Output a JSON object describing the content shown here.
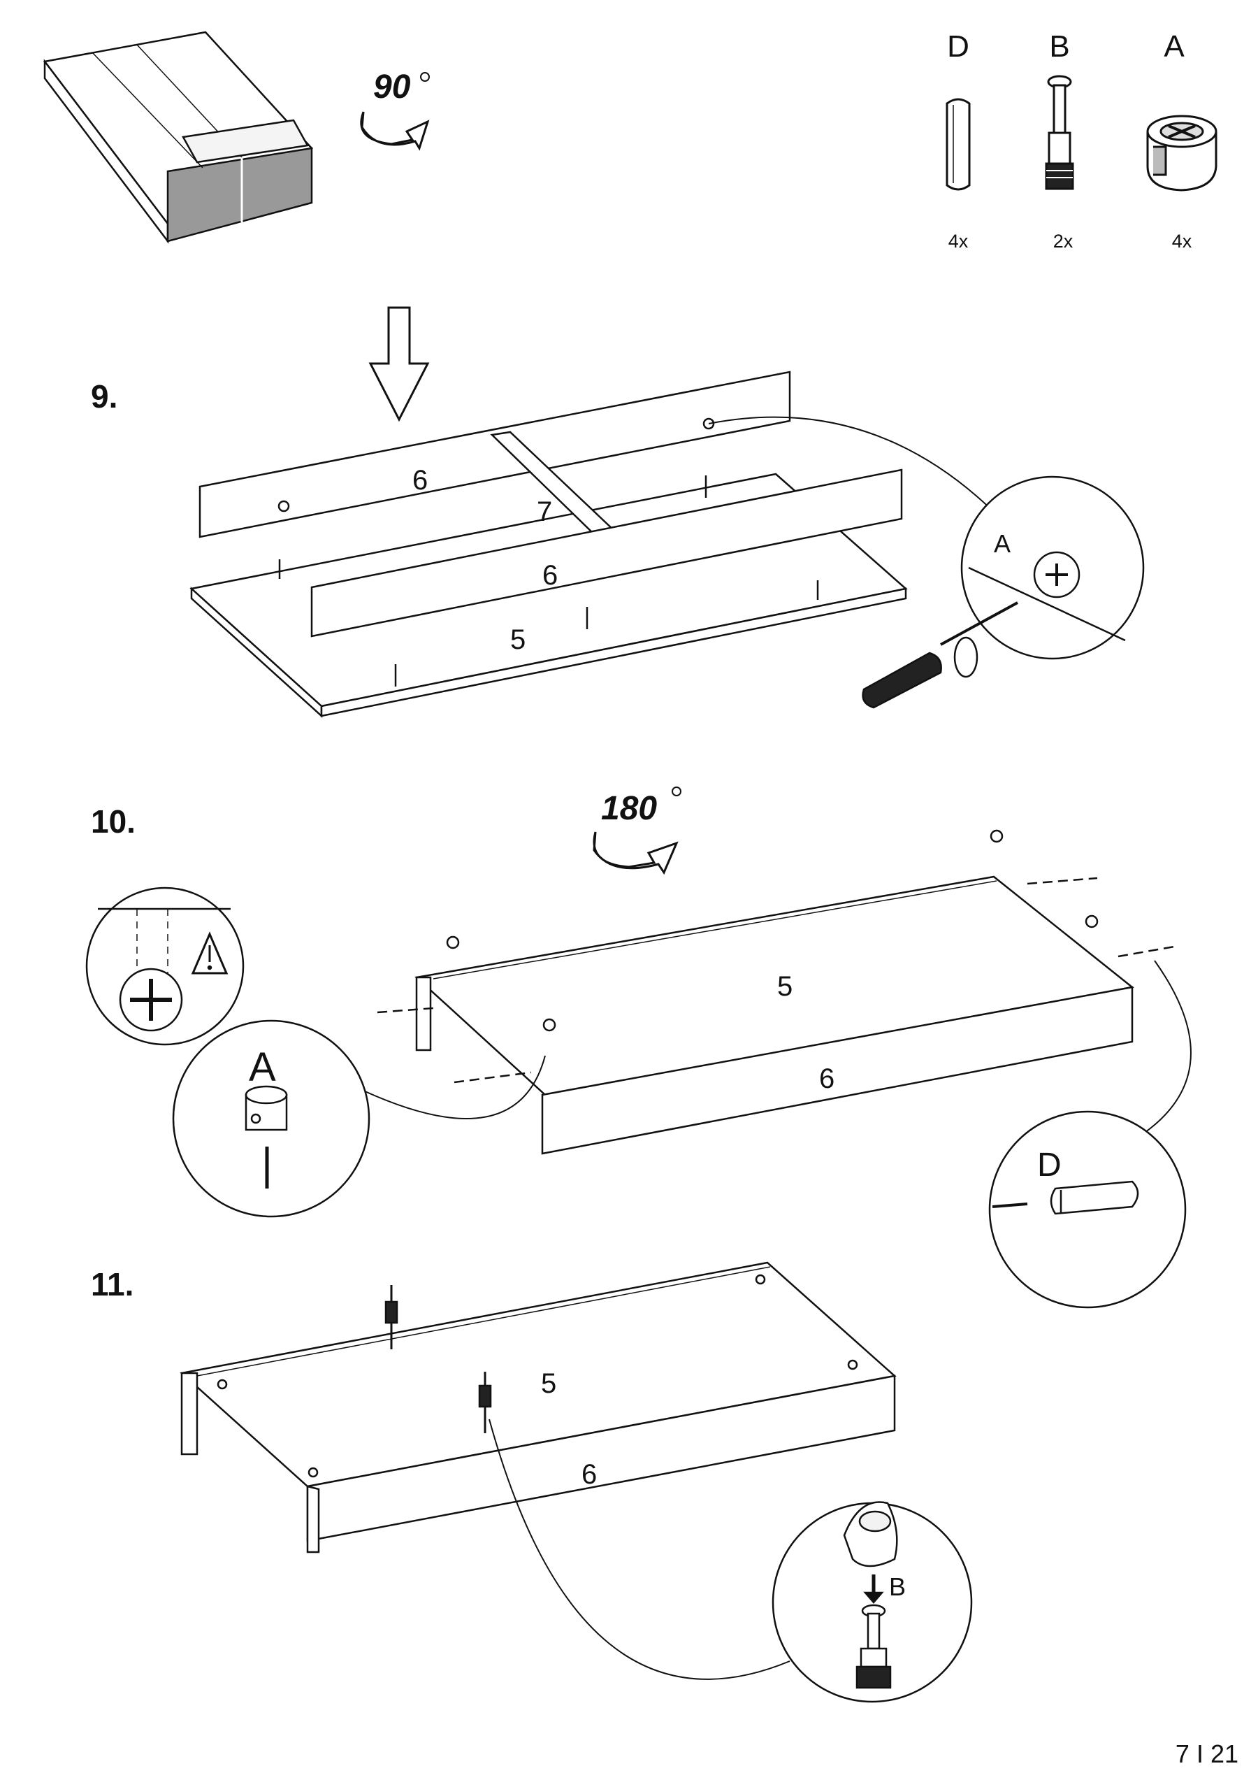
{
  "hardware": [
    {
      "letter": "D",
      "qty": "4x",
      "icon": "dowel-icon"
    },
    {
      "letter": "B",
      "qty": "2x",
      "icon": "cam-bolt-icon"
    },
    {
      "letter": "A",
      "qty": "4x",
      "icon": "cam-lock-icon"
    }
  ],
  "rotations": {
    "first": "90",
    "second": "180"
  },
  "steps": {
    "step9": "9.",
    "step10": "10.",
    "step11": "11."
  },
  "step9": {
    "labels": {
      "side_top": "6",
      "divider": "7",
      "side_front": "6",
      "base": "5",
      "detail": "A"
    }
  },
  "step10": {
    "labels": {
      "panel": "5",
      "side": "6",
      "detail_a": "A",
      "detail_d": "D"
    }
  },
  "step11": {
    "labels": {
      "panel": "5",
      "side": "6",
      "detail_b": "B"
    }
  },
  "page": "7 I 21"
}
